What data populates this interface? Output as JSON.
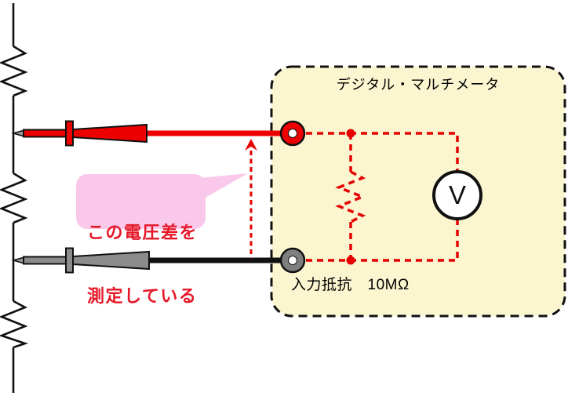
{
  "diagram": {
    "multimeter": {
      "title": "デジタル・マルチメータ",
      "input_resistance": "入力抵抗　10MΩ",
      "voltmeter_label": "V"
    },
    "callout": {
      "line1": "この電圧差を",
      "line2": "測定している"
    },
    "colors": {
      "wire_red": "#ed0000",
      "dashed_red": "#e60000",
      "probe_gray": "#8c8c8c",
      "terminal_gray": "#7f7f7f",
      "multimeter_fill": "#fbf6d0",
      "callout_fill": "#f9c8ea",
      "callout_text": "#e61728",
      "line_black": "#111111"
    }
  }
}
